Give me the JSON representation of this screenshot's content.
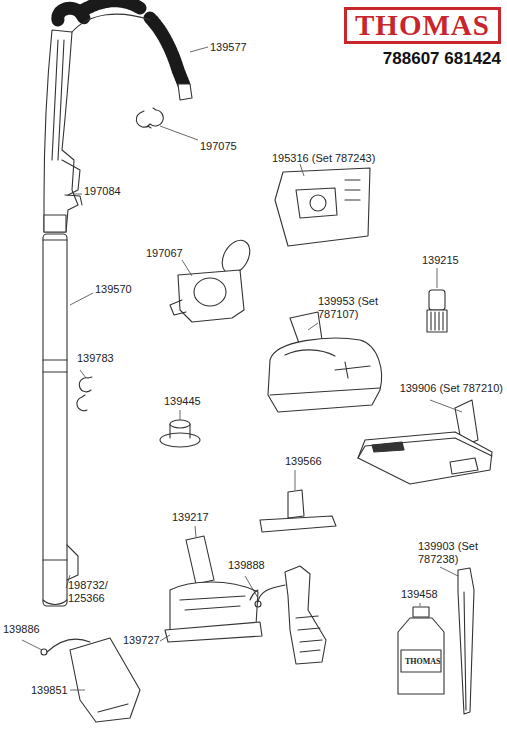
{
  "diagram": {
    "title": "788607 681424",
    "nodes": [
      {
        "text": [
          "THOMAS"
        ]
      }
    ],
    "labels": [
      "139577",
      "197075",
      "197084",
      "195316 (Set 787243)",
      "197067",
      "139215",
      "139953 (Set 787107)",
      "139570",
      "139783",
      "139445",
      "139906 (Set 787210)",
      "139566",
      "139217",
      "139888",
      "139903 (Set 787238)",
      "139458",
      "198732/ 125366",
      "139886",
      "139727",
      "139851",
      "THOMAS"
    ]
  }
}
